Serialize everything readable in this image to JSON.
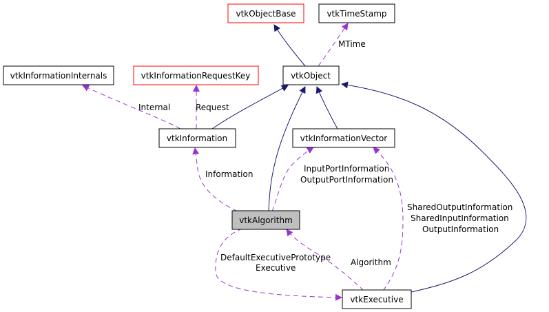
{
  "colors": {
    "inheritance_edge": "#191970",
    "usage_edge": "#9a32cd",
    "node_border": "#000000",
    "node_border_external": "#ff0000",
    "highlight_fill": "#bfbfbf"
  },
  "nodes": {
    "vtkObjectBase": "vtkObjectBase",
    "vtkTimeStamp": "vtkTimeStamp",
    "vtkObject": "vtkObject",
    "vtkInformationInternals": "vtkInformationInternals",
    "vtkInformationRequestKey": "vtkInformationRequestKey",
    "vtkInformation": "vtkInformation",
    "vtkInformationVector": "vtkInformationVector",
    "vtkAlgorithm": "vtkAlgorithm",
    "vtkExecutive": "vtkExecutive"
  },
  "labels": {
    "mtime": "MTime",
    "internal": "Internal",
    "request": "Request",
    "information": "Information",
    "input_port_information": "InputPortInformation",
    "output_port_information": "OutputPortInformation",
    "shared_output_information": "SharedOutputInformation",
    "shared_input_information": "SharedInputInformation",
    "output_information": "OutputInformation",
    "default_executive_prototype": "DefaultExecutivePrototype",
    "executive": "Executive",
    "algorithm": "Algorithm"
  }
}
